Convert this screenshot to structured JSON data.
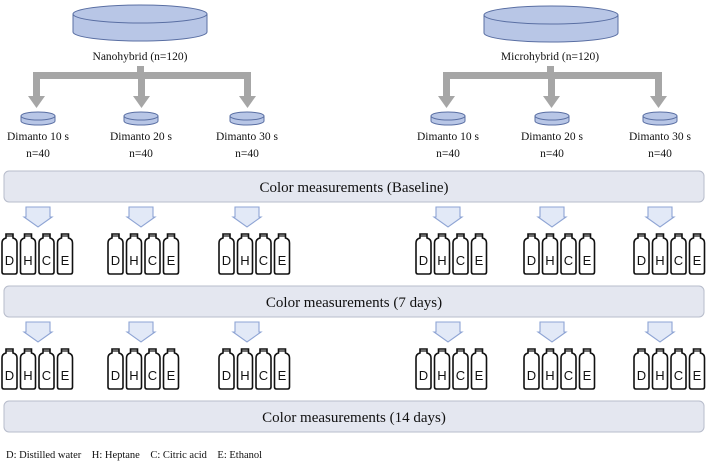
{
  "groups": [
    {
      "label": "Nanohybrid (n=120)",
      "subgroups": [
        {
          "name": "Dimanto 10 s",
          "n": "n=40"
        },
        {
          "name": "Dimanto 20 s",
          "n": "n=40"
        },
        {
          "name": "Dimanto 30 s",
          "n": "n=40"
        }
      ]
    },
    {
      "label": "Microhybrid (n=120)",
      "subgroups": [
        {
          "name": "Dimanto 10 s",
          "n": "n=40"
        },
        {
          "name": "Dimanto 20 s",
          "n": "n=40"
        },
        {
          "name": "Dimanto 30 s",
          "n": "n=40"
        }
      ]
    }
  ],
  "stages": [
    "Color measurements (Baseline)",
    "Color measurements (7 days)",
    "Color measurements (14 days)"
  ],
  "bottle_letters": [
    "D",
    "H",
    "C",
    "E"
  ],
  "legend": "D: Distilled water    H: Heptane    C: Citric acid    E: Ethanol",
  "colors": {
    "disc_fill": "#b8c6e6",
    "disc_stroke": "#5a6fa3",
    "branch": "#a6a6a6",
    "stage_fill": "#e4e7f0",
    "stage_stroke": "#b7bccb",
    "down_arrow_fill": "#e2e9f7",
    "down_arrow_stroke": "#8ea4d4"
  }
}
